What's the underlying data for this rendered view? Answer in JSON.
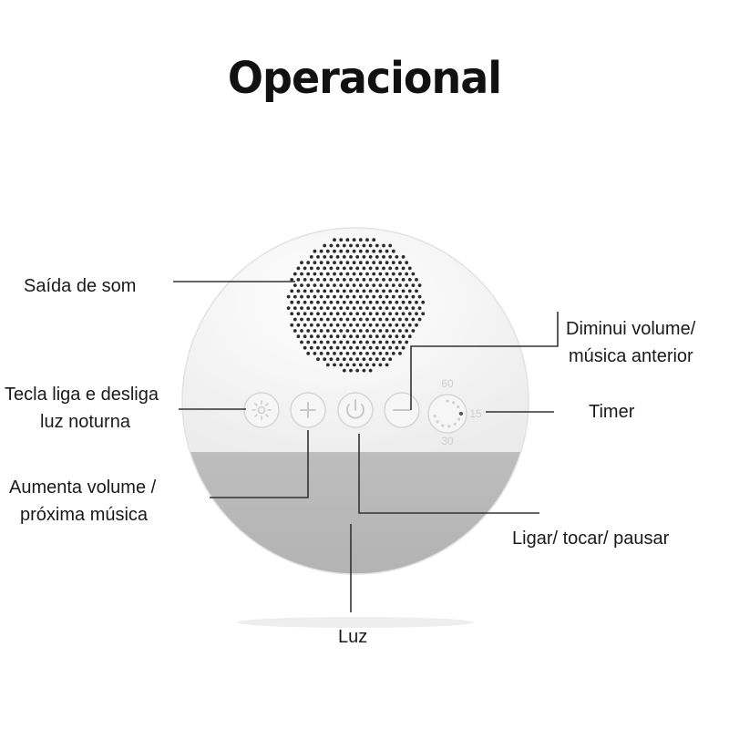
{
  "title": "Operacional",
  "labels": {
    "sound_output": "Saída de som",
    "night_light_key": [
      "Tecla liga e desliga",
      "luz noturna"
    ],
    "volume_up": [
      "Aumenta volume /",
      "próxima música"
    ],
    "volume_down": [
      "Diminui volume/",
      "música anterior"
    ],
    "timer": "Timer",
    "power_play": "Ligar/ tocar/ pausar",
    "light": "Luz"
  },
  "timer_dial": {
    "marks": [
      "60",
      "15",
      "30"
    ]
  },
  "colors": {
    "device_top": "#f4f4f4",
    "device_bottom": "#b9b9b9",
    "speaker_dots": "#2b2b2b",
    "leader_lines": "#333333"
  }
}
